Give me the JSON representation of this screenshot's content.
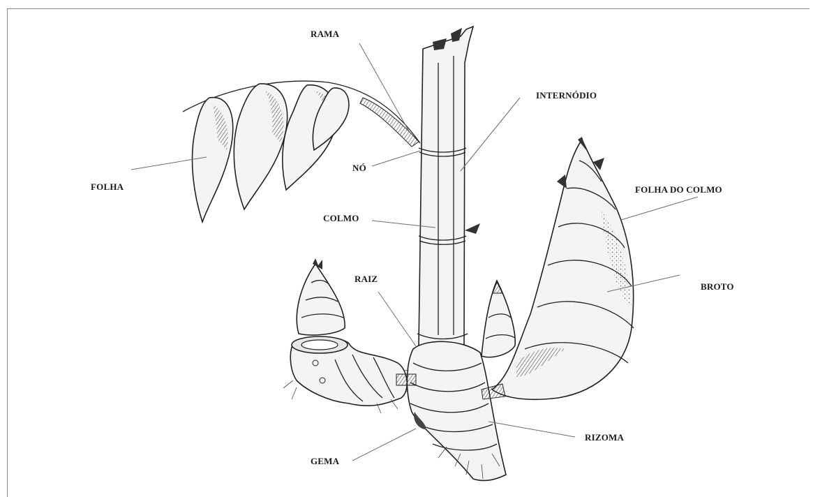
{
  "labels": {
    "rama": "RAMA",
    "internodio": "INTERNÓDIO",
    "no": "NÓ",
    "folha": "FOLHA",
    "colmo": "COLMO",
    "folha_do_colmo": "FOLHA DO COLMO",
    "raiz": "RAIZ",
    "broto": "BROTO",
    "rizoma": "RIZOMA",
    "gema": "GEMA"
  }
}
